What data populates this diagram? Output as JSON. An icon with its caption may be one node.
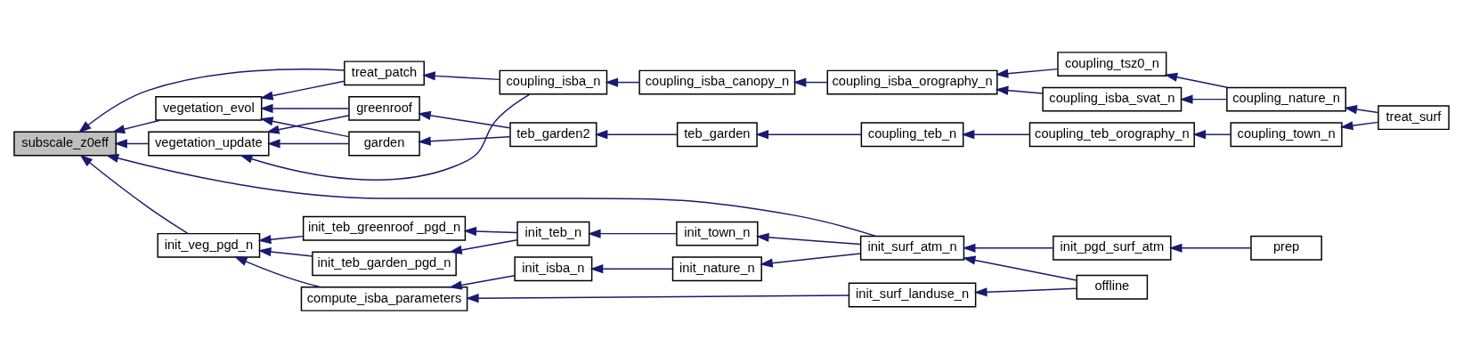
{
  "diagram": {
    "nodes": [
      {
        "text": [
          "subscale_z0eff"
        ]
      },
      {
        "text": [
          "vegetation_update"
        ]
      },
      {
        "text": [
          "vegetation_evol"
        ]
      },
      {
        "text": [
          "init_veg_pgd_n"
        ]
      },
      {
        "text": [
          "greenroof"
        ]
      },
      {
        "text": [
          "garden"
        ]
      },
      {
        "text": [
          "treat_patch"
        ]
      },
      {
        "text": [
          "teb_garden2"
        ]
      },
      {
        "text": [
          "coupling_isba_n"
        ]
      },
      {
        "text": [
          "teb_garden"
        ]
      },
      {
        "text": [
          "coupling_isba_canopy_n"
        ]
      },
      {
        "text": [
          "coupling_teb_n"
        ]
      },
      {
        "text": [
          "coupling_isba_orography_n"
        ]
      },
      {
        "text": [
          "coupling_teb_orography_n"
        ]
      },
      {
        "text": [
          "coupling_isba_svat_n"
        ]
      },
      {
        "text": [
          "coupling_tsz0_n"
        ]
      },
      {
        "text": [
          "coupling_town_n"
        ]
      },
      {
        "text": [
          "coupling_nature_n"
        ]
      },
      {
        "text": [
          "treat_surf"
        ]
      },
      {
        "text": [
          "init_teb_garden_pgd_n"
        ]
      },
      {
        "text": [
          "init_teb_greenroof _pgd_n"
        ]
      },
      {
        "text": [
          "compute_isba_parameters"
        ]
      },
      {
        "text": [
          "init_teb_n"
        ]
      },
      {
        "text": [
          "init_isba_n"
        ]
      },
      {
        "text": [
          "init_town_n"
        ]
      },
      {
        "text": [
          "init_nature_n"
        ]
      },
      {
        "text": [
          "init_surf_atm_n"
        ]
      },
      {
        "text": [
          "init_surf_landuse_n"
        ]
      },
      {
        "text": [
          "init_pgd_surf_atm"
        ]
      },
      {
        "text": [
          "offline"
        ]
      },
      {
        "text": [
          "prep"
        ]
      }
    ],
    "edges": [
      {
        "from": 1,
        "to": 0,
        "arrow": "to"
      },
      {
        "from": 2,
        "to": 0,
        "arrow": "to"
      },
      {
        "from": 6,
        "to": 0,
        "arrow": "to"
      },
      {
        "from": 26,
        "to": 0,
        "arrow": "to"
      },
      {
        "from": 3,
        "to": 0,
        "arrow": "to"
      },
      {
        "from": 4,
        "to": 1,
        "arrow": "to"
      },
      {
        "from": 5,
        "to": 1,
        "arrow": "to"
      },
      {
        "from": 8,
        "to": 1,
        "arrow": "to"
      },
      {
        "from": 4,
        "to": 2,
        "arrow": "to"
      },
      {
        "from": 5,
        "to": 2,
        "arrow": "to"
      },
      {
        "from": 6,
        "to": 2,
        "arrow": "to"
      },
      {
        "from": 7,
        "to": 4,
        "arrow": "to"
      },
      {
        "from": 7,
        "to": 5,
        "arrow": "to"
      },
      {
        "from": 8,
        "to": 6,
        "arrow": "to"
      },
      {
        "from": 9,
        "to": 7,
        "arrow": "to"
      },
      {
        "from": 11,
        "to": 9,
        "arrow": "to"
      },
      {
        "from": 13,
        "to": 11,
        "arrow": "to"
      },
      {
        "from": 16,
        "to": 13,
        "arrow": "to"
      },
      {
        "from": 18,
        "to": 16,
        "arrow": "to"
      },
      {
        "from": 10,
        "to": 8,
        "arrow": "to"
      },
      {
        "from": 12,
        "to": 10,
        "arrow": "to"
      },
      {
        "from": 14,
        "to": 12,
        "arrow": "to"
      },
      {
        "from": 15,
        "to": 12,
        "arrow": "to"
      },
      {
        "from": 17,
        "to": 14,
        "arrow": "to"
      },
      {
        "from": 17,
        "to": 15,
        "arrow": "to"
      },
      {
        "from": 18,
        "to": 17,
        "arrow": "to"
      },
      {
        "from": 19,
        "to": 3,
        "arrow": "to"
      },
      {
        "from": 20,
        "to": 3,
        "arrow": "to"
      },
      {
        "from": 21,
        "to": 3,
        "arrow": "to"
      },
      {
        "from": 22,
        "to": 19,
        "arrow": "to"
      },
      {
        "from": 22,
        "to": 20,
        "arrow": "to"
      },
      {
        "from": 24,
        "to": 22,
        "arrow": "to"
      },
      {
        "from": 26,
        "to": 24,
        "arrow": "to"
      },
      {
        "from": 23,
        "to": 21,
        "arrow": "to"
      },
      {
        "from": 27,
        "to": 21,
        "arrow": "to"
      },
      {
        "from": 25,
        "to": 23,
        "arrow": "to"
      },
      {
        "from": 26,
        "to": 25,
        "arrow": "to"
      },
      {
        "from": 28,
        "to": 26,
        "arrow": "to"
      },
      {
        "from": 29,
        "to": 26,
        "arrow": "to"
      },
      {
        "from": 30,
        "to": 28,
        "arrow": "to"
      },
      {
        "from": 29,
        "to": 27,
        "arrow": "to"
      }
    ]
  }
}
